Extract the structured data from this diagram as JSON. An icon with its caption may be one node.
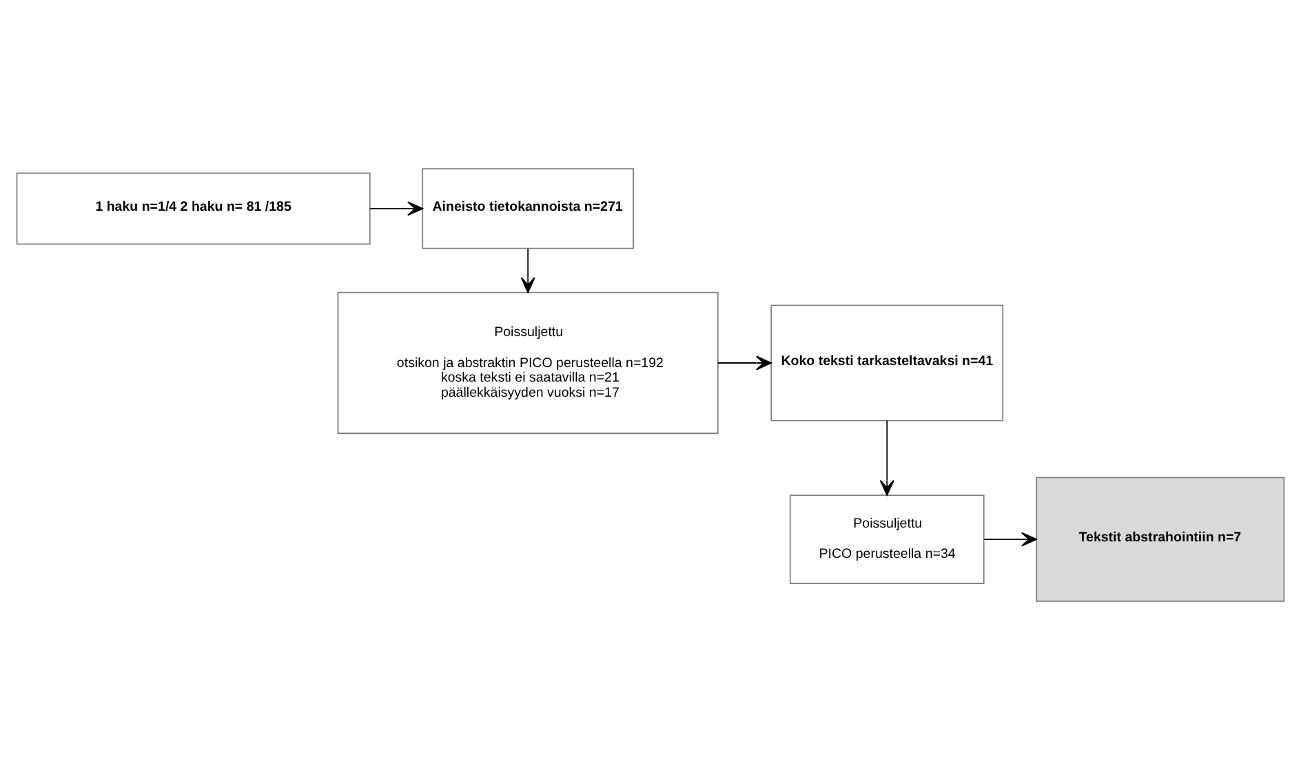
{
  "diagram": {
    "nodes": [
      {
        "text": [
          "1 haku n=1/4 2 haku n= 81 /185"
        ]
      },
      {
        "text": [
          "Aineisto tietokannoista n=271"
        ]
      },
      {
        "text": [
          "Poissuljettu",
          "otsikon ja abstraktin PICO perusteella n=192",
          "koska teksti ei saatavilla n=21",
          "päällekkäisyyden vuoksi n=17"
        ]
      },
      {
        "text": [
          "Koko teksti tarkasteltavaksi n=41"
        ]
      },
      {
        "text": [
          "Poissuljettu",
          "PICO perusteella n=34"
        ]
      },
      {
        "text": [
          "Tekstit abstrahointiin n=7"
        ]
      }
    ],
    "edges": [
      {
        "from": 0,
        "to": 1,
        "arrow": "to"
      },
      {
        "from": 1,
        "to": 2,
        "arrow": "to"
      },
      {
        "from": 2,
        "to": 3,
        "arrow": "to"
      },
      {
        "from": 3,
        "to": 4,
        "arrow": "to"
      },
      {
        "from": 4,
        "to": 5,
        "arrow": "to"
      }
    ]
  }
}
